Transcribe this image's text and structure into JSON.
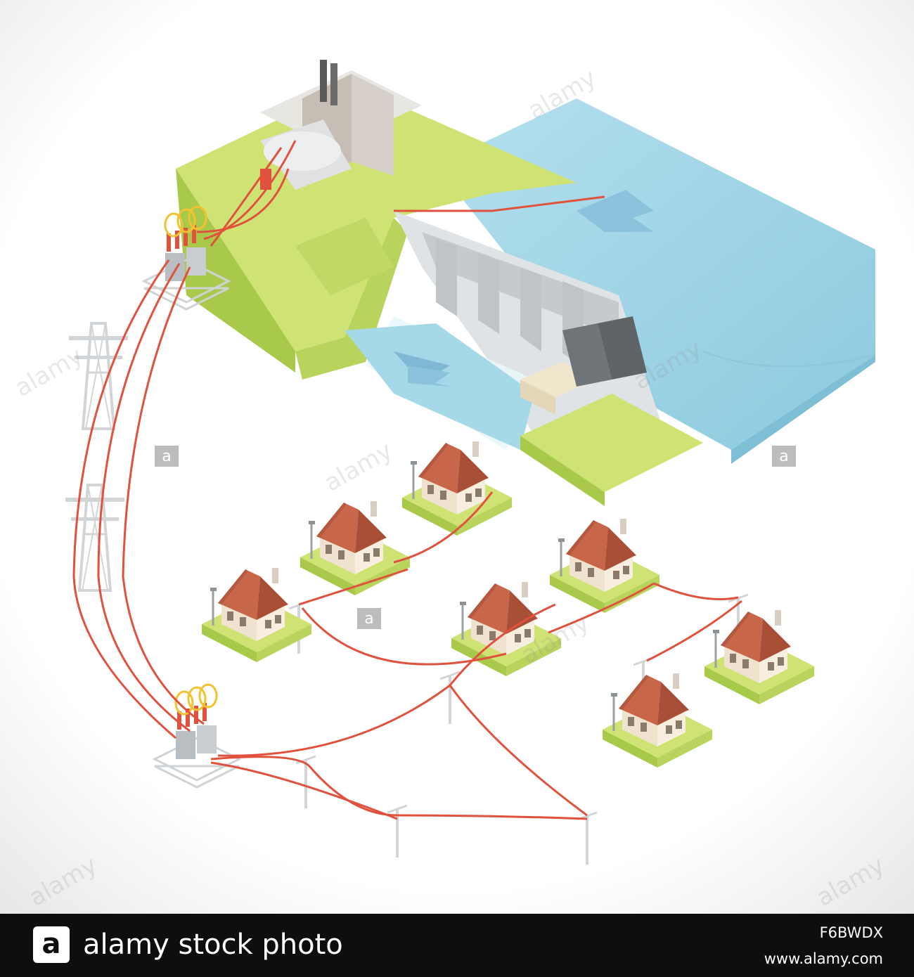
{
  "footer": {
    "logo_glyph": "a",
    "brand_text": "alamy stock photo",
    "image_id": "F6BWDX",
    "site": "www.alamy.com"
  },
  "watermark": {
    "badge_glyph": "a",
    "word": "alamy"
  },
  "colors": {
    "grass_top": "#cfe274",
    "grass_side": "#a9c94a",
    "water": "#9fd3e3",
    "water_side": "#7fbfd6",
    "concrete": "#cfd3d6",
    "roof": "#c8664a",
    "house_wall": "#f2e8d9",
    "cable": "#e0523e",
    "footer_bg": "#0e0e10"
  }
}
